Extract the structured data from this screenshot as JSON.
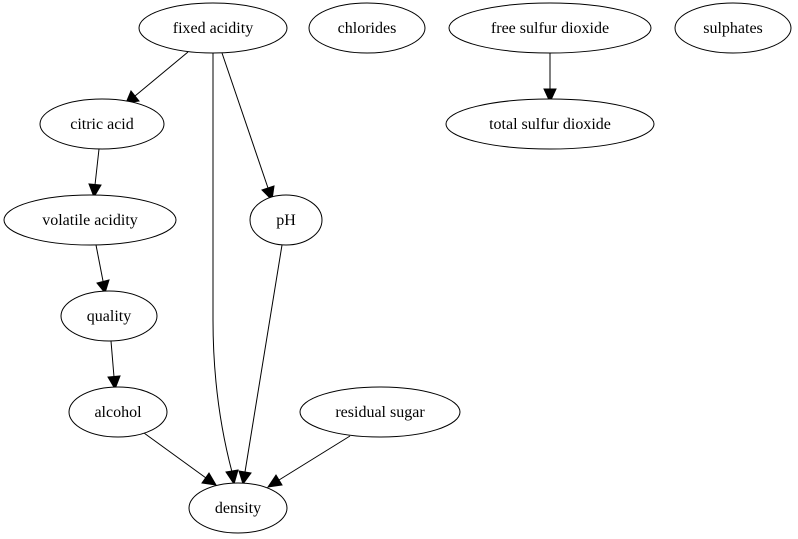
{
  "nodes": {
    "fixed_acidity": "fixed acidity",
    "chlorides": "chlorides",
    "free_sulfur_dioxide": "free sulfur dioxide",
    "sulphates": "sulphates",
    "citric_acid": "citric acid",
    "total_sulfur_dioxide": "total sulfur dioxide",
    "volatile_acidity": "volatile acidity",
    "ph": "pH",
    "quality": "quality",
    "alcohol": "alcohol",
    "residual_sugar": "residual sugar",
    "density": "density"
  },
  "edges": [
    {
      "from": "fixed acidity",
      "to": "citric acid"
    },
    {
      "from": "fixed acidity",
      "to": "density"
    },
    {
      "from": "fixed acidity",
      "to": "pH"
    },
    {
      "from": "free sulfur dioxide",
      "to": "total sulfur dioxide"
    },
    {
      "from": "citric acid",
      "to": "volatile acidity"
    },
    {
      "from": "volatile acidity",
      "to": "quality"
    },
    {
      "from": "pH",
      "to": "density"
    },
    {
      "from": "quality",
      "to": "alcohol"
    },
    {
      "from": "alcohol",
      "to": "density"
    },
    {
      "from": "residual sugar",
      "to": "density"
    }
  ]
}
